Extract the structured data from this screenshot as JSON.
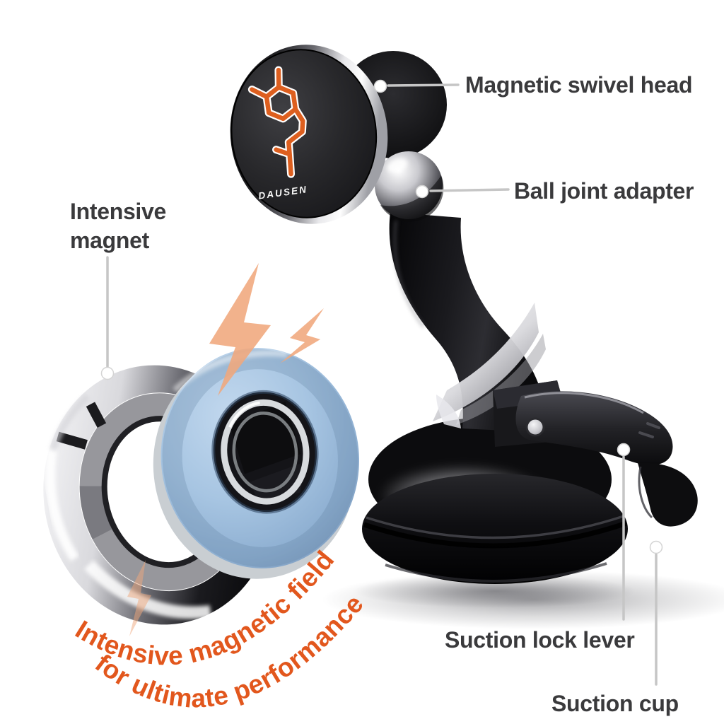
{
  "product": {
    "brand": "DAUSEN",
    "tagline_line1": "Intensive magnetic field",
    "tagline_line2": "for ultimate performance"
  },
  "callouts": {
    "swivel_head": "Magnetic swivel head",
    "ball_joint": "Ball joint adapter",
    "magnet": "Intensive magnet",
    "lock_lever": "Suction lock lever",
    "suction_cup": "Suction cup"
  },
  "colors": {
    "accent_orange": "#e2571d",
    "logo_orange": "#dd5f1f",
    "bolt_salmon": "#f0a77c",
    "magnet_blue": "#a7c5e2",
    "label_text": "#3a3a3c",
    "leader_line": "#c6c6c6"
  }
}
